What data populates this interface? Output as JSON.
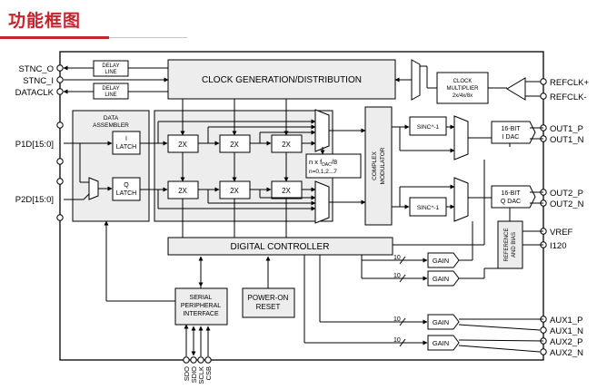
{
  "header": {
    "title": "功能框图"
  },
  "pins_left": [
    "STNC_O",
    "STNC_I",
    "DATACLK",
    "P1D[15:0]",
    "P2D[15:0]"
  ],
  "pins_right": [
    "REFCLK+",
    "REFCLK-",
    "OUT1_P",
    "OUT1_N",
    "OUT2_P",
    "OUT2_N",
    "VREF",
    "I120",
    "AUX1_P",
    "AUX1_N",
    "AUX2_P",
    "AUX2_N"
  ],
  "pins_bottom": [
    "SDO",
    "SDIO",
    "SCLK",
    "CSB"
  ],
  "blocks": {
    "delay_line_1": [
      "DELAY",
      "LINE"
    ],
    "delay_line_2": [
      "DELAY",
      "LINE"
    ],
    "clock_gen": "CLOCK GENERATION/DISTRIBUTION",
    "clock_mult": [
      "CLOCK",
      "MULTIPLIER",
      "2x/4x/8x"
    ],
    "data_assembler": [
      "DATA",
      "ASSEMBLER"
    ],
    "i_latch": [
      "I",
      "LATCH"
    ],
    "q_latch": [
      "Q",
      "LATCH"
    ],
    "interp": "2X",
    "nco_lines": [
      "n x f",
      "DAC",
      "/8",
      "n=0,1,2...7"
    ],
    "complex_mod": [
      "COMPLEX",
      "MODULATOR"
    ],
    "sinc": "SINC^-1",
    "i_dac": [
      "16-BIT",
      "I DAC"
    ],
    "q_dac": [
      "16-BIT",
      "Q DAC"
    ],
    "ref_bias": [
      "REFERENCE",
      "AND BIAS"
    ],
    "digital_controller": "DIGITAL CONTROLLER",
    "spi": [
      "SERIAL",
      "PERIPHERAL",
      "INTERFACE"
    ],
    "por": [
      "POWER-ON",
      "RESET"
    ],
    "gain": "GAIN",
    "bus10": "10"
  }
}
